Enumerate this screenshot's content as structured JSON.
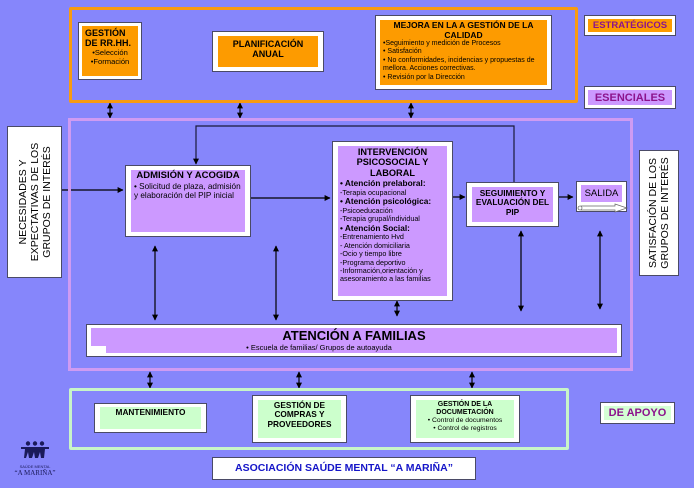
{
  "strategic": {
    "rrhh": {
      "title": "GESTIÓN DE RR.HH.",
      "items": [
        "•Selección",
        "•Formación"
      ]
    },
    "planning": {
      "title": "PLANIFICACIÓN ANUAL"
    },
    "quality": {
      "title": "MEJORA EN LA A GESTIÓN DE LA CALIDAD",
      "items": [
        "•Seguimiento y medición de Procesos",
        "• Satisfación",
        "• No conformidades, incidencias y propuestas de mellora. Acciones correctivas.",
        "• Revisión por la Dirección"
      ]
    }
  },
  "labels": {
    "strategic": "ESTRATÉGICOS",
    "essential": "ESENCIALES",
    "support": "DE APOYO"
  },
  "side": {
    "left": [
      "NECESIDADES Y",
      "EXPECTATIVAS DE LOS",
      "GRUPOS DE INTERÉS"
    ],
    "right": [
      "SATISFACIÓN DE LOS",
      "GRUPOS DE INTERÉS"
    ]
  },
  "essential": {
    "admission": {
      "title": "ADMISIÓN Y ACOGIDA",
      "text": "• Solicitud de plaza, admisión y elaboración del  PIP inicial"
    },
    "intervention": {
      "title": "INTERVENCIÓN PSICOSOCIAL Y LABORAL",
      "lines": [
        {
          "text": "• Atención prelaboral:",
          "bold": true
        },
        {
          "text": "-Terapia ocupacional",
          "bold": false
        },
        {
          "text": "• Atención psicológica:",
          "bold": true
        },
        {
          "text": "-Psicoeducación",
          "bold": false
        },
        {
          "text": "-Terapia grupal/individual",
          "bold": false
        },
        {
          "text": "• Atención Social:",
          "bold": true
        },
        {
          "text": "-Entrenamiento Hvd",
          "bold": false
        },
        {
          "text": "- Atención domiciliaria",
          "bold": false
        },
        {
          "text": "-Ocio y tiempo libre",
          "bold": false
        },
        {
          "text": "-Programa deportivo",
          "bold": false
        },
        {
          "text": "-Información,orientación y asesoramiento a las familias",
          "bold": false
        }
      ]
    },
    "followup": {
      "title": "SEGUIMIENTO Y EVALUACIÓN DEL PIP"
    },
    "exit": {
      "title": "SALIDA"
    },
    "families": {
      "title": "ATENCIÓN A FAMILIAS",
      "text": "•      Escuela de familias/ Grupos de autoayuda"
    }
  },
  "support": {
    "maintenance": {
      "title": "MANTENIMIENTO"
    },
    "purchases": {
      "title": "GESTIÓN DE COMPRAS Y PROVEEDORES"
    },
    "documentation": {
      "title": "GESTIÓN DE LA DOCUMETACIÓN",
      "items": [
        "• Control de documentos",
        "• Control de registros"
      ]
    }
  },
  "footer": {
    "organization": "ASOCIACIÓN SAÚDE MENTAL “A MARIÑA”",
    "logo_small": "SAÚDE MENTAL",
    "logo_name": "“A MARIÑA”"
  },
  "colors": {
    "background": "#8686fb",
    "strategic": "#fd9b00",
    "essential": "#cc99ff",
    "support": "#ccffcc",
    "label_text": "#8c138c",
    "footer_text": "#1515c8"
  }
}
